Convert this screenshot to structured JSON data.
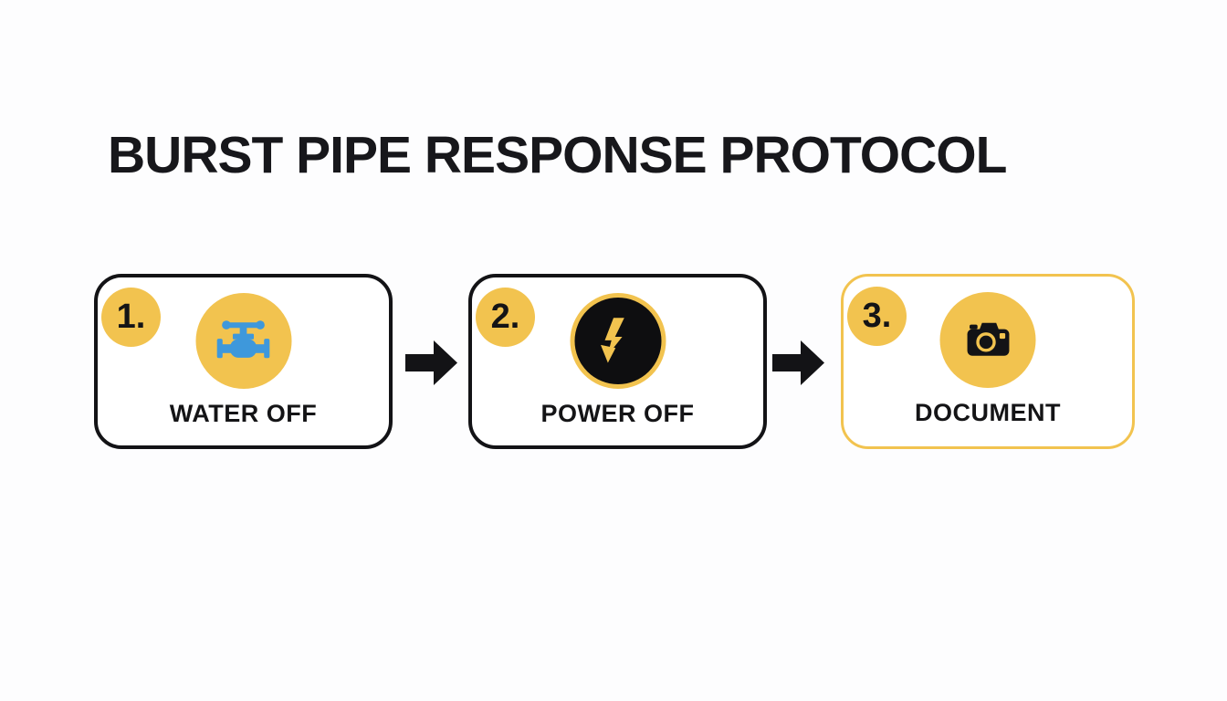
{
  "title": "BURST PIPE RESPONSE PROTOCOL",
  "steps": [
    {
      "number": "1.",
      "label": "WATER OFF",
      "icon": "water-valve-icon"
    },
    {
      "number": "2.",
      "label": "POWER OFF",
      "icon": "power-bolt-icon"
    },
    {
      "number": "3.",
      "label": "DOCUMENT",
      "icon": "camera-icon"
    }
  ],
  "colors": {
    "accent_yellow": "#f2c34f",
    "valve_blue": "#3e98db",
    "ink_black": "#131316",
    "background": "#fdfdfe"
  }
}
